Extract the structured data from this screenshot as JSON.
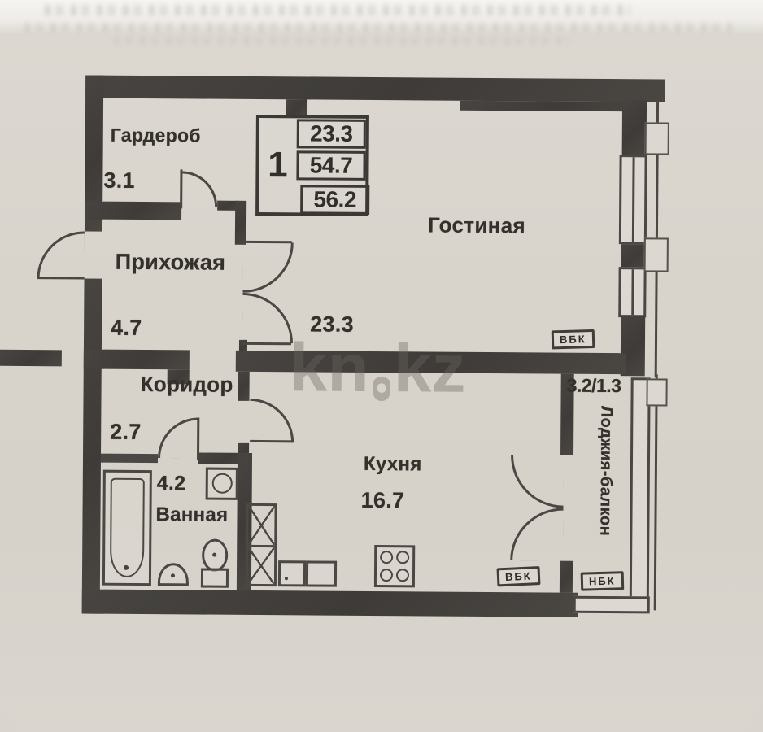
{
  "watermark": {
    "before_dot": "kn",
    "after_dot": "kz"
  },
  "stamp_table": {
    "room_count": "1",
    "values": [
      "23.3",
      "54.7",
      "56.2"
    ]
  },
  "rooms": {
    "wardrobe": {
      "label": "Гардероб",
      "area": "3.1"
    },
    "hallway": {
      "label": "Прихожая",
      "area": "4.7"
    },
    "corridor": {
      "label": "Коридор",
      "area": "2.7"
    },
    "bathroom": {
      "label": "Ванная",
      "area": "4.2"
    },
    "kitchen": {
      "label": "Кухня",
      "area": "16.7"
    },
    "living_room": {
      "label": "Гостиная",
      "area": "23.3"
    },
    "balcony": {
      "label": "Лоджия-балкон",
      "area": "3.2/1.3"
    }
  },
  "badges": {
    "living_room_vent": "ВБК",
    "kitchen_vent": "ВБК",
    "balcony_vent": "НБК"
  },
  "colors": {
    "paper": "#d8d4cc",
    "wall": "#44413d",
    "line": "#4a4744",
    "text": "#34312d",
    "watermark": "#6c675e"
  }
}
